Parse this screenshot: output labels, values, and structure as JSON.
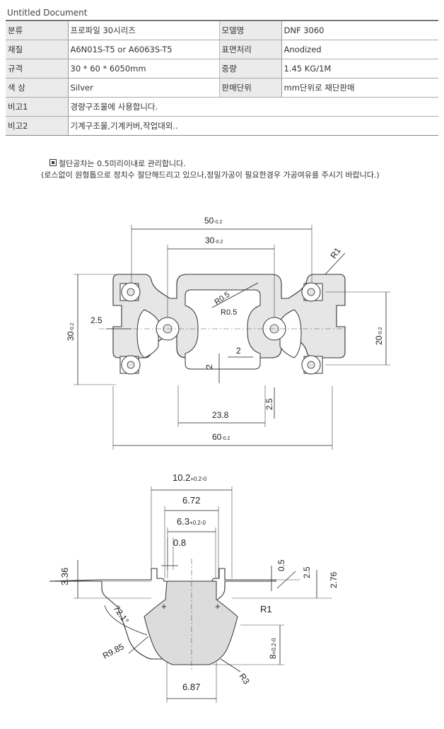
{
  "document": {
    "title": "Untitled Document"
  },
  "spec_table": {
    "rows": [
      {
        "k1": "분류",
        "v1": "프로파일 30시리즈",
        "k2": "모델명",
        "v2": "DNF 3060"
      },
      {
        "k1": "재질",
        "v1": "A6N01S-T5 or A6063S-T5",
        "k2": "표면처리",
        "v2": "Anodized"
      },
      {
        "k1": "규격",
        "v1": "30 * 60 * 6050mm",
        "k2": "중량",
        "v2": "1.45 KG/1M"
      },
      {
        "k1": "색 상",
        "v1": "Silver",
        "k2": "판매단위",
        "v2": "mm단위로 재단판매"
      }
    ],
    "notes": [
      {
        "k": "비고1",
        "v": "경량구조물에 사용합니다."
      },
      {
        "k": "비고2",
        "v": "기계구조물,기계커버,작업대외.."
      }
    ]
  },
  "notice": {
    "line1": "절단공차는 0.5미리이내로 관리합니다.",
    "line2": "(로스없이 원형톱으로 정치수 절단해드리고 있으나,정밀가공이 필요한경우 가공여유를 주시기 바랍니다.)"
  },
  "drawing1": {
    "dim_width_outer": "50",
    "dim_width_inner": "30",
    "tol": "-0.2",
    "dim_height": "30",
    "dim_right": "20",
    "dim_slot_left": "2.5",
    "dim_r1": "R1",
    "dim_r05_a": "R0.5",
    "dim_r05_b": "R0.5",
    "dim_2_a": "2",
    "dim_2_b": "2",
    "dim_238": "23.8",
    "dim_25_bottom": "2.5",
    "dim_total": "60"
  },
  "drawing2": {
    "dim_102": "10.2",
    "tol_102": "+0.2-0",
    "dim_672": "6.72",
    "dim_63": "6.3",
    "tol_63": "+0.2-0",
    "dim_08": "0.8",
    "dim_336": "3.36",
    "dim_05": "0.5",
    "dim_25": "2.5",
    "dim_276": "2.76",
    "dim_r1": "R1",
    "dim_8": "8",
    "tol_8": "+0.2-0",
    "dim_angle": "72.1°",
    "dim_r985": "R9.85",
    "dim_687": "6.87",
    "dim_r3": "R3"
  }
}
